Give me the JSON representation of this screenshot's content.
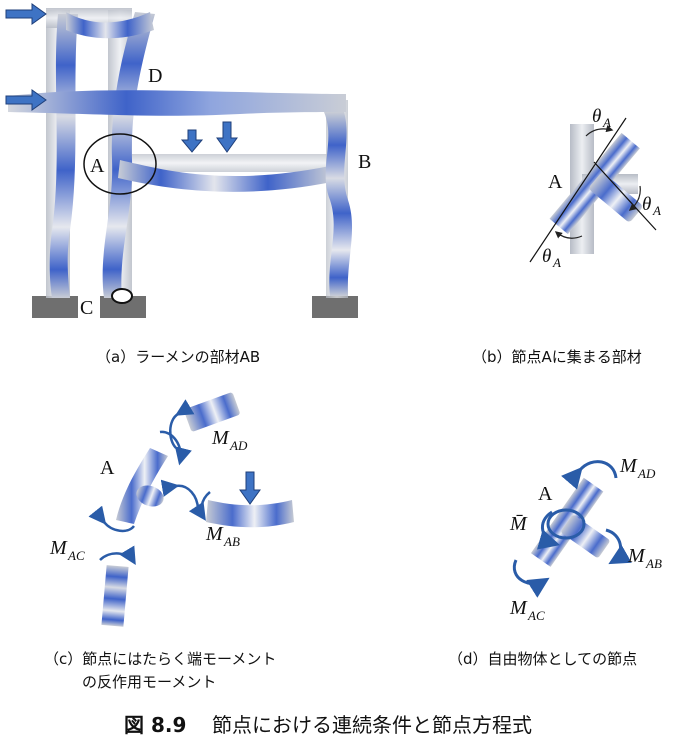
{
  "figure": {
    "number": "図 8.9",
    "title": "節点における連続条件と節点方程式"
  },
  "panels": {
    "a": {
      "caption": "（a）ラーメンの部材AB",
      "labels": {
        "A": "A",
        "B": "B",
        "C": "C",
        "D": "D"
      }
    },
    "b": {
      "caption": "（b）節点Aに集まる部材",
      "labels": {
        "A": "A",
        "theta": "θ",
        "theta_sub": "A"
      }
    },
    "c": {
      "caption_line1": "（c）節点にはたらく端モーメント",
      "caption_line2": "の反作用モーメント",
      "labels": {
        "A": "A"
      },
      "moments": [
        {
          "base": "M",
          "sub": "AD"
        },
        {
          "base": "M",
          "sub": "AB"
        },
        {
          "base": "M",
          "sub": "AC"
        }
      ]
    },
    "d": {
      "caption": "（d）自由物体としての節点",
      "labels": {
        "A": "A",
        "Mbar": "M̄"
      },
      "moments": [
        {
          "base": "M",
          "sub": "AD"
        },
        {
          "base": "M",
          "sub": "AB"
        },
        {
          "base": "M",
          "sub": "AC"
        }
      ]
    }
  },
  "colors": {
    "member_blue": "#3f63c9",
    "member_gray": "#c9cdd6",
    "arrow_blue": "#3e73c4",
    "arrow_edge": "#1f3f7a",
    "moment_arrow": "#2a5ca8",
    "support": "#6f6f6f"
  }
}
